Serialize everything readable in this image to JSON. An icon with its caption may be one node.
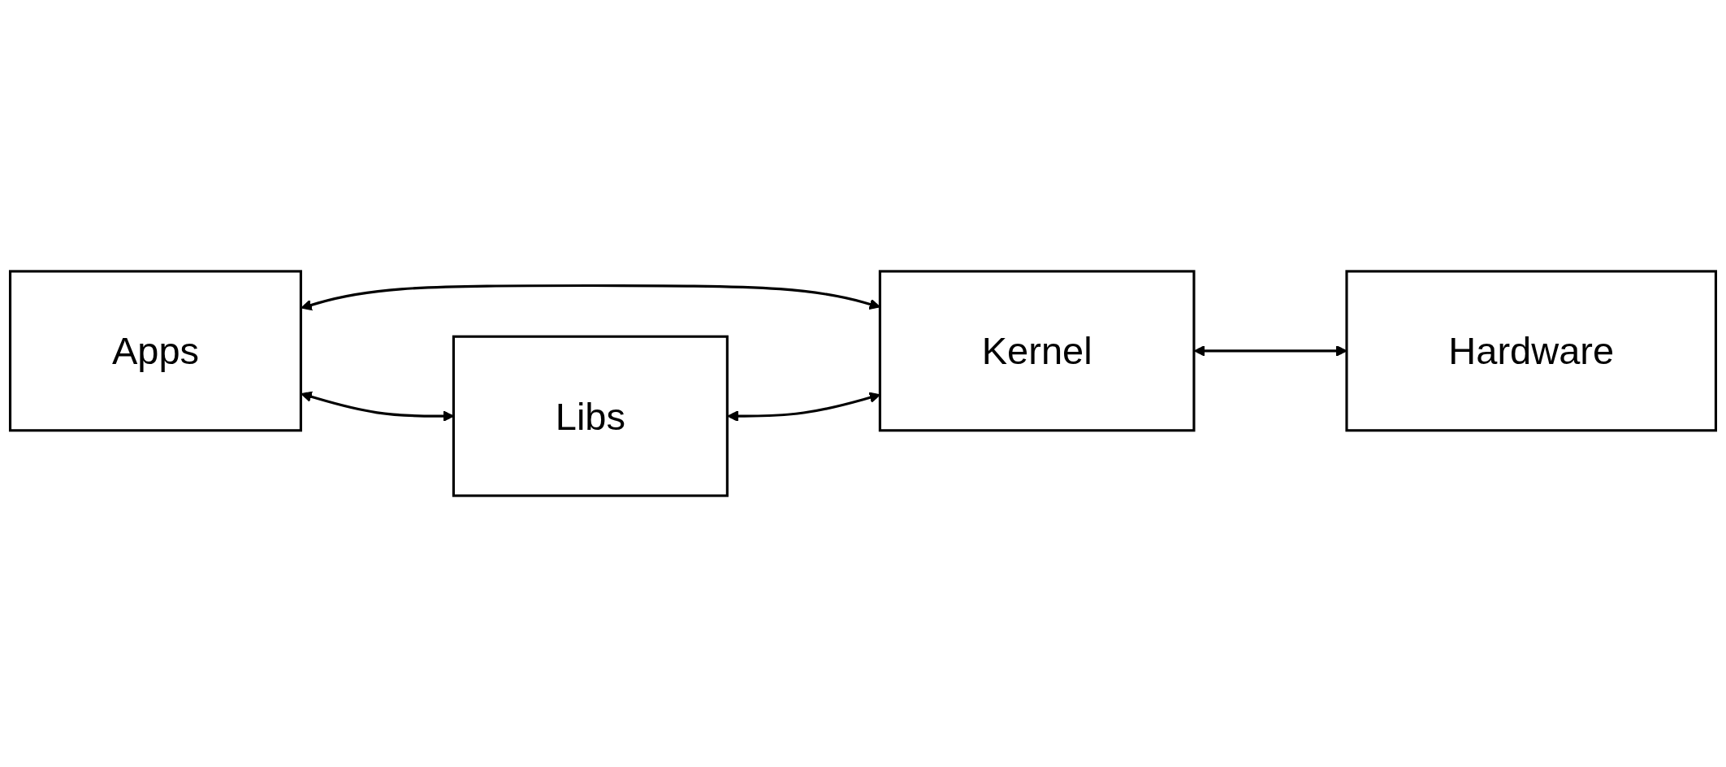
{
  "diagram": {
    "nodes": [
      {
        "text": [
          "Apps"
        ]
      },
      {
        "text": [
          "Libs"
        ]
      },
      {
        "text": [
          "Kernel"
        ]
      },
      {
        "text": [
          "Hardware"
        ]
      }
    ],
    "edges": [
      {
        "from": 0,
        "to": 2,
        "arrow": "both"
      },
      {
        "from": 0,
        "to": 1,
        "arrow": "both"
      },
      {
        "from": 1,
        "to": 2,
        "arrow": "both"
      },
      {
        "from": 2,
        "to": 3,
        "arrow": "both"
      }
    ]
  }
}
